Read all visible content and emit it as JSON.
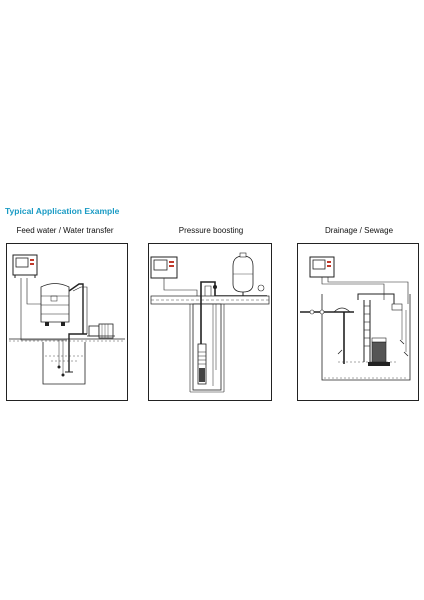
{
  "section_title": "Typical Application Example",
  "panels": [
    {
      "caption": "Feed water / Water transfer"
    },
    {
      "caption": "Pressure boosting"
    },
    {
      "caption": "Drainage / Sewage"
    }
  ],
  "colors": {
    "title": "#1a9bc4",
    "line": "#222222",
    "control_red": "#c0392b"
  }
}
